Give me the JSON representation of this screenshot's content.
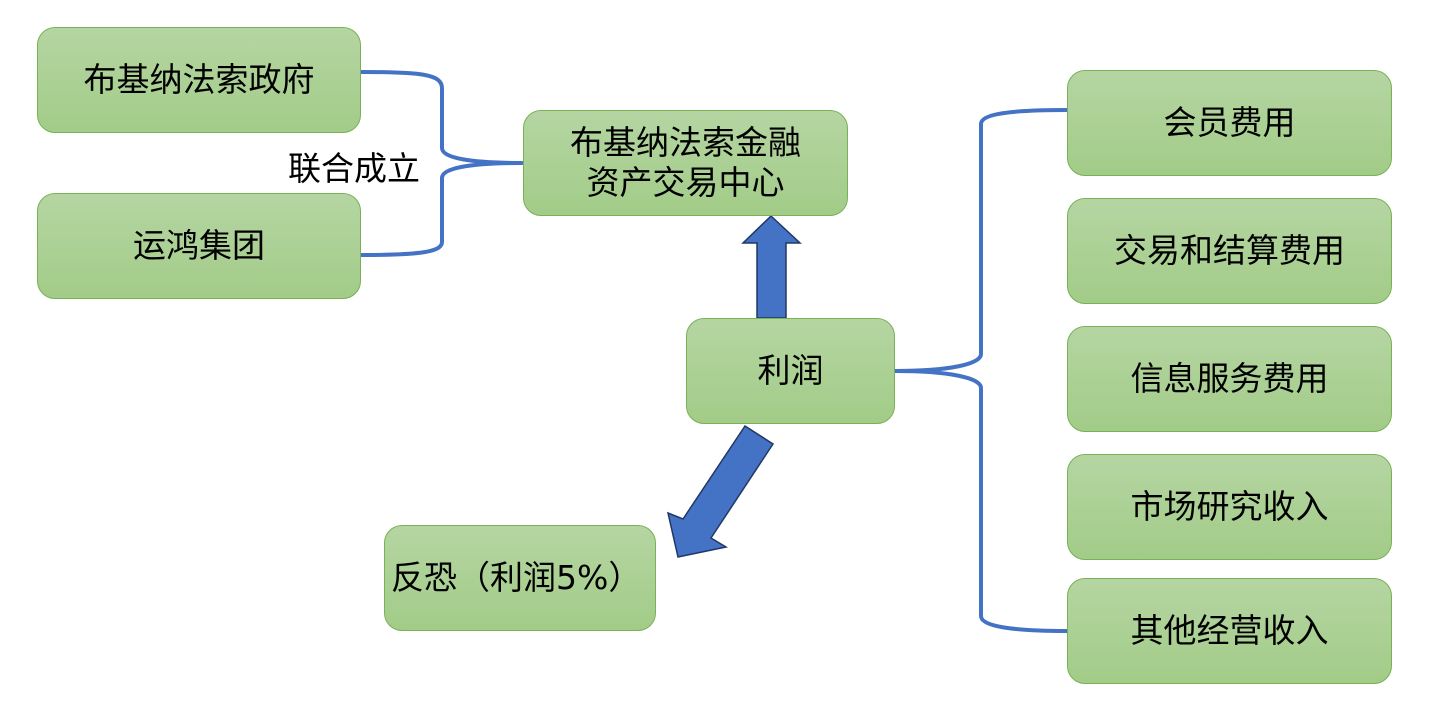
{
  "diagram": {
    "founders": [
      {
        "id": "gov",
        "label": "布基纳法索政府"
      },
      {
        "id": "group",
        "label": "运鸿集团"
      }
    ],
    "join_label": "联合成立",
    "center": {
      "line1": "布基纳法索金融",
      "line2": "资产交易中心"
    },
    "profit": {
      "label": "利润"
    },
    "counter_terror": {
      "label": "反恐（利润5%）"
    },
    "revenue_sources": [
      {
        "label": "会员费用"
      },
      {
        "label": "交易和结算费用"
      },
      {
        "label": "信息服务费用"
      },
      {
        "label": "市场研究收入"
      },
      {
        "label": "其他经营收入"
      }
    ],
    "colors": {
      "node_fill_top": "#b5d5a2",
      "node_fill_bottom": "#a2cc88",
      "node_border": "#79b156",
      "connector": "#4472c4",
      "arrow_fill": "#4472c4",
      "arrow_stroke": "#1f3864"
    }
  }
}
